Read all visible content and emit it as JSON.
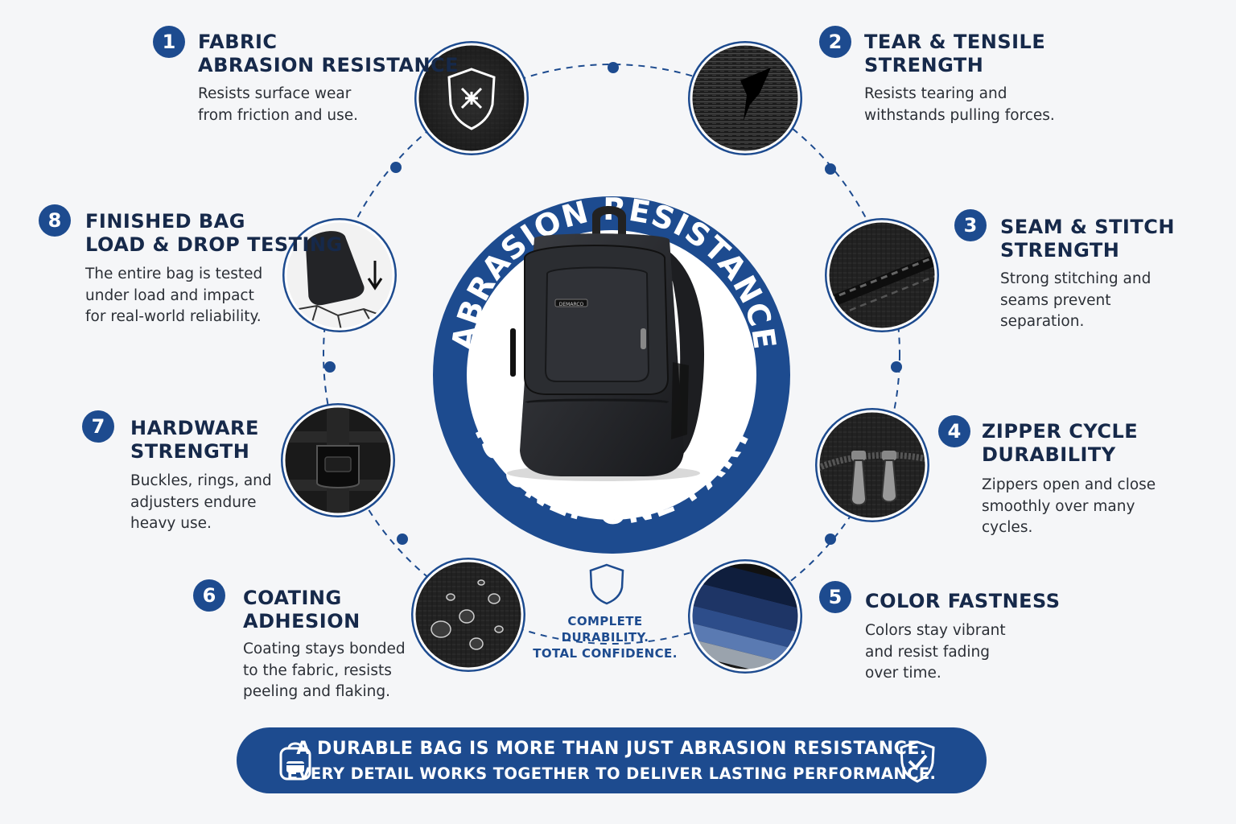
{
  "center": {
    "arc_top": "ABRASION RESISTANCE",
    "arc_bottom": "IS ONLY ONE PART",
    "backpack_brand": "DEMARCO"
  },
  "tagline": {
    "line1": "COMPLETE DURABILITY.",
    "line2": "TOTAL CONFIDENCE."
  },
  "features": [
    {
      "number": "1",
      "title1": "FABRIC",
      "title2": "ABRASION RESISTANCE",
      "desc1": "Resists surface wear",
      "desc2": "from friction and use.",
      "desc3": ""
    },
    {
      "number": "2",
      "title1": "TEAR & TENSILE",
      "title2": "STRENGTH",
      "desc1": "Resists tearing and",
      "desc2": "withstands pulling forces.",
      "desc3": ""
    },
    {
      "number": "3",
      "title1": "SEAM & STITCH",
      "title2": "STRENGTH",
      "desc1": "Strong stitching and",
      "desc2": "seams prevent",
      "desc3": "separation."
    },
    {
      "number": "4",
      "title1": "ZIPPER CYCLE",
      "title2": "DURABILITY",
      "desc1": "Zippers open and close",
      "desc2": "smoothly over many",
      "desc3": "cycles."
    },
    {
      "number": "5",
      "title1": "COLOR FASTNESS",
      "title2": "",
      "desc1": "Colors stay vibrant",
      "desc2": "and resist fading",
      "desc3": "over time."
    },
    {
      "number": "6",
      "title1": "COATING",
      "title2": "ADHESION",
      "desc1": "Coating stays bonded",
      "desc2": "to the fabric, resists",
      "desc3": "peeling and flaking."
    },
    {
      "number": "7",
      "title1": "HARDWARE",
      "title2": "STRENGTH",
      "desc1": "Buckles, rings, and",
      "desc2": "adjusters endure",
      "desc3": "heavy use."
    },
    {
      "number": "8",
      "title1": "FINISHED BAG",
      "title2": "LOAD & DROP TESTING",
      "desc1": "The entire bag is tested",
      "desc2": "under load and impact",
      "desc3": "for real-world reliability."
    }
  ],
  "banner": {
    "line1": "A DURABLE BAG IS MORE THAN JUST ABRASION RESISTANCE.",
    "line2": "EVERY DETAIL WORKS TOGETHER TO DELIVER LASTING PERFORMANCE."
  },
  "colors": {
    "brand_blue": "#1d4b8f",
    "title_navy": "#16294a",
    "background": "#f5f6f8"
  },
  "icons": {
    "fabric": "shield-weave-icon",
    "tear": "torn-fabric-icon",
    "seam": "stitched-seam-icon",
    "zipper": "zipper-pulls-icon",
    "color": "color-swatches-icon",
    "coating": "water-droplets-icon",
    "hardware": "buckle-icon",
    "drop": "backpack-drop-icon",
    "tagline": "shield-outline-icon",
    "banner_left": "backpack-outline-icon",
    "banner_right": "shield-check-icon"
  }
}
